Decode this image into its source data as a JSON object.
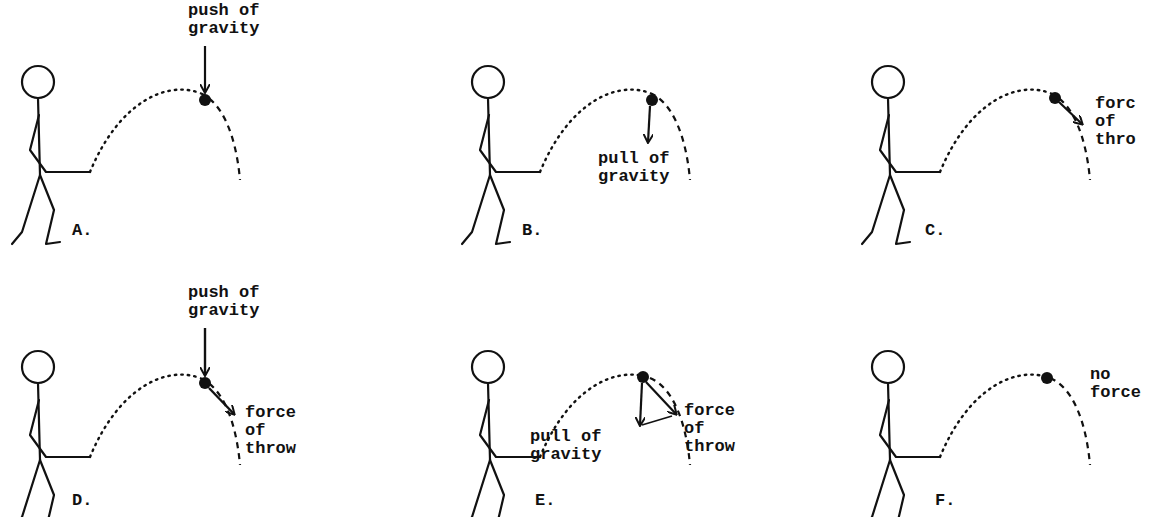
{
  "diagram": {
    "labels": [
      "push of gravity",
      "A.",
      "pull of gravity",
      "B.",
      "forc of thro",
      "C.",
      "push of gravity",
      "force of throw",
      "D.",
      "pull of gravity",
      "force of throw",
      "E.",
      "no force",
      "F."
    ]
  }
}
